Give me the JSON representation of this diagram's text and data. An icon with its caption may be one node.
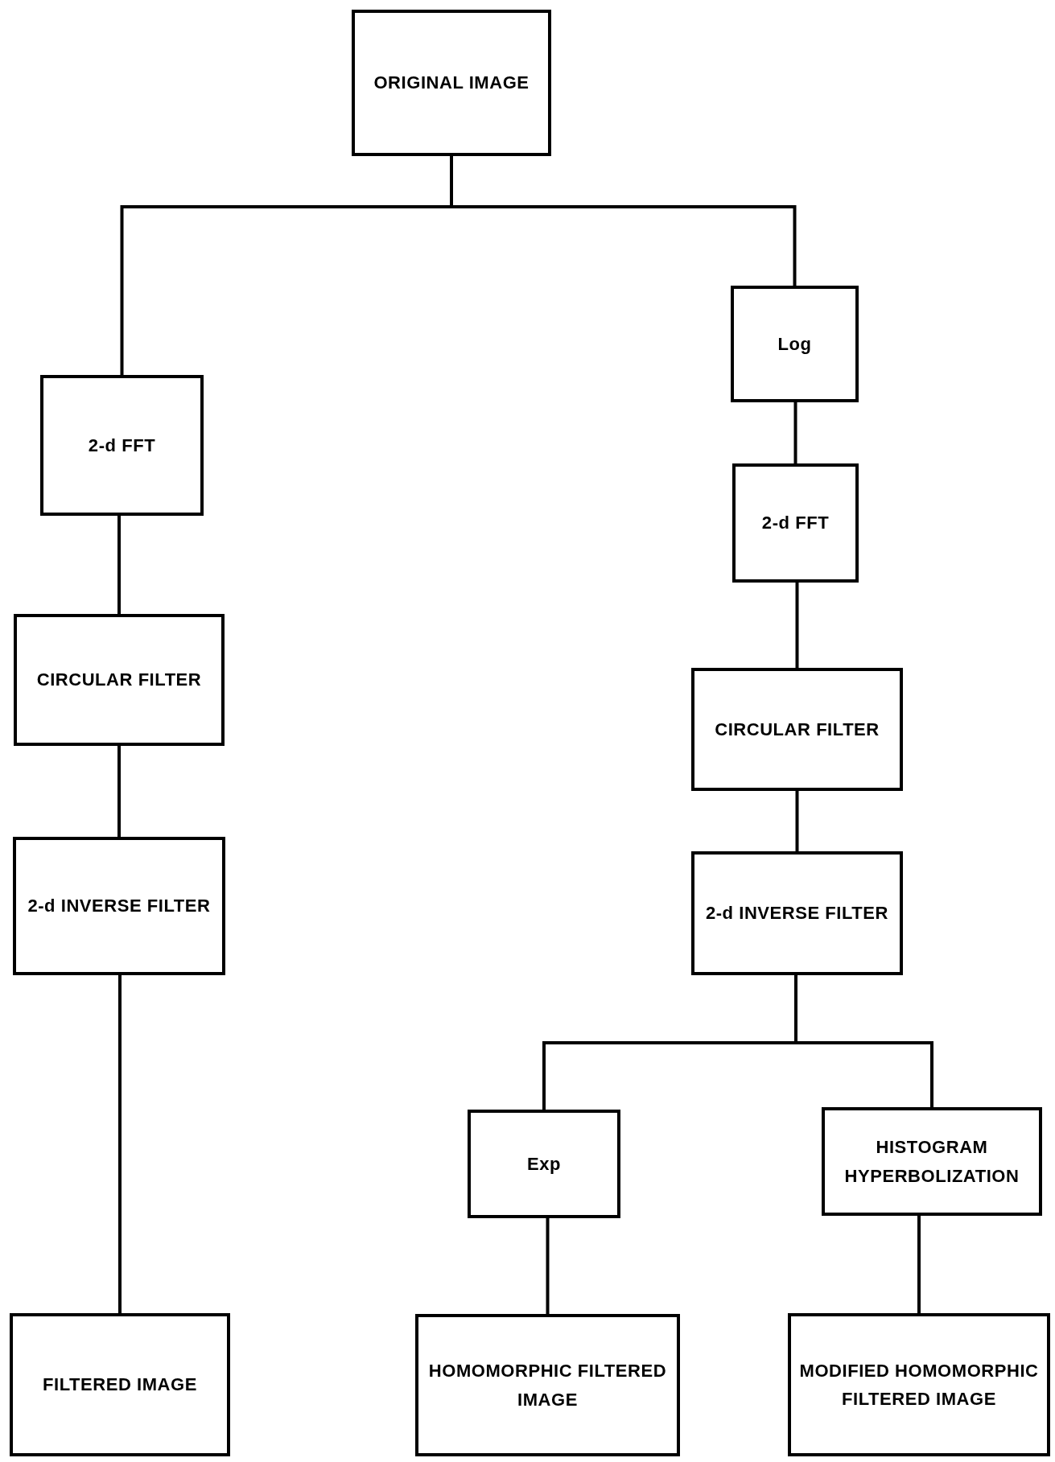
{
  "diagram": {
    "nodes": [
      {
        "text": [
          "ORIGINAL IMAGE"
        ]
      },
      {
        "text": [
          "2-d FFT"
        ]
      },
      {
        "text": [
          "CIRCULAR FILTER"
        ]
      },
      {
        "text": [
          "2-d INVERSE FILTER"
        ]
      },
      {
        "text": [
          "FILTERED IMAGE"
        ]
      },
      {
        "text": [
          "Log"
        ]
      },
      {
        "text": [
          "2-d FFT"
        ]
      },
      {
        "text": [
          "CIRCULAR FILTER"
        ]
      },
      {
        "text": [
          "2-d INVERSE FILTER"
        ]
      },
      {
        "text": [
          "Exp"
        ]
      },
      {
        "text": [
          "HISTOGRAM HYPERBOLIZATION"
        ]
      },
      {
        "text": [
          "HOMOMORPHIC FILTERED IMAGE"
        ]
      },
      {
        "text": [
          "MODIFIED HOMOMORPHIC FILTERED IMAGE"
        ]
      }
    ],
    "edges": [
      {
        "from": 0,
        "to": 1,
        "arrow": "none"
      },
      {
        "from": 1,
        "to": 2,
        "arrow": "none"
      },
      {
        "from": 2,
        "to": 3,
        "arrow": "none"
      },
      {
        "from": 3,
        "to": 4,
        "arrow": "none"
      },
      {
        "from": 0,
        "to": 5,
        "arrow": "none"
      },
      {
        "from": 5,
        "to": 6,
        "arrow": "none"
      },
      {
        "from": 6,
        "to": 7,
        "arrow": "none"
      },
      {
        "from": 7,
        "to": 8,
        "arrow": "none"
      },
      {
        "from": 8,
        "to": 9,
        "arrow": "none"
      },
      {
        "from": 8,
        "to": 10,
        "arrow": "none"
      },
      {
        "from": 9,
        "to": 11,
        "arrow": "none"
      },
      {
        "from": 10,
        "to": 12,
        "arrow": "none"
      }
    ]
  }
}
